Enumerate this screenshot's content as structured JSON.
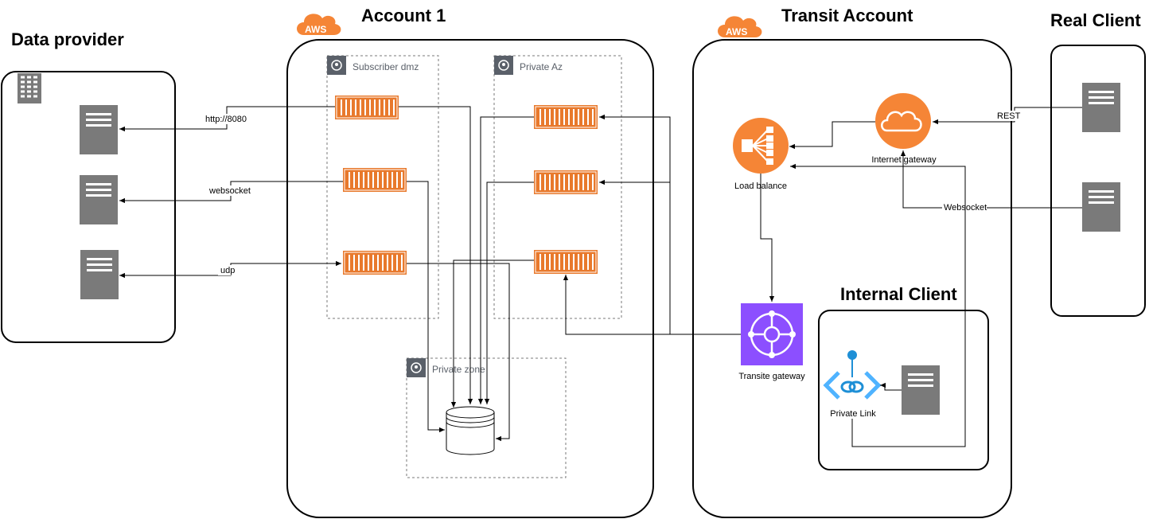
{
  "titles": {
    "data_provider": "Data provider",
    "account1": "Account 1",
    "transit_account": "Transit Account",
    "real_client": "Real Client",
    "internal_client": "Internal Client"
  },
  "aws_badge": "AWS",
  "zones": {
    "subscriber_dmz": "Subscriber dmz",
    "private_az": "Private Az",
    "private_zone": "Private  zone"
  },
  "edge_labels": {
    "http": "http://8080",
    "websocket": "websocket",
    "udp": "udp",
    "rest": "REST",
    "websocket_client": "Websocket"
  },
  "components": {
    "internet_gateway": "Internet gateway",
    "load_balance": "Load balance",
    "transit_gateway": "Transite gateway",
    "private_link": "Private Link"
  },
  "colors": {
    "aws_orange": "#f58536",
    "container_orange": "#e8792c",
    "gateway_purple": "#8c4fff",
    "server_gray": "#7a7a7a",
    "zone_gray": "#5a6069",
    "azure_blue": "#1e8fd6"
  }
}
